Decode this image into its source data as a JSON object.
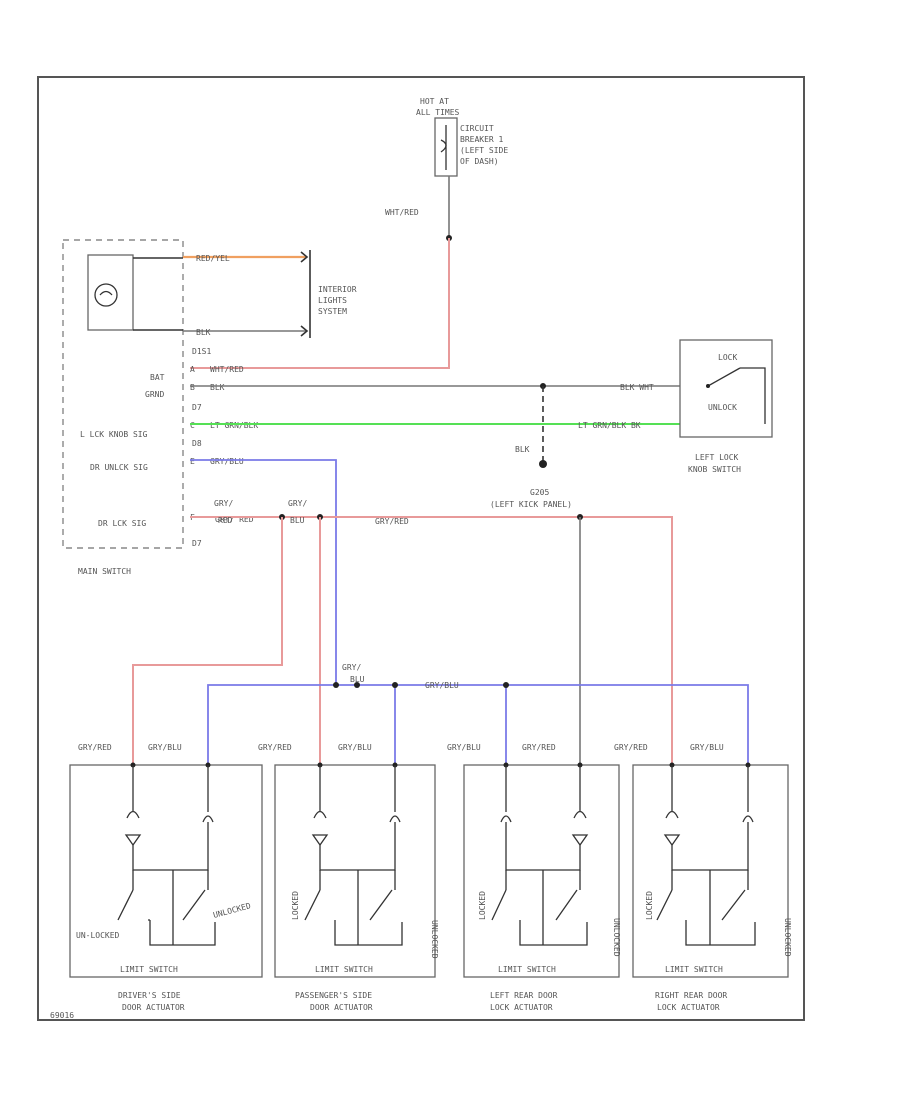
{
  "power": {
    "hot_at": "HOT AT",
    "all_times": "ALL TIMES",
    "breaker": [
      "CIRCUIT",
      "BREAKER 1",
      "(LEFT SIDE",
      "OF DASH)"
    ],
    "wire": "WHT/RED"
  },
  "interior": {
    "wire_top": "RED/YEL",
    "wire_bottom": "BLK",
    "label": [
      "INTERIOR",
      "LIGHTS",
      "SYSTEM"
    ]
  },
  "main_switch": {
    "label": "MAIN SWITCH",
    "pins": [
      "D1S1",
      "D7",
      "D8",
      "D7"
    ],
    "inputs": [
      {
        "label": "BAT",
        "pin": "A",
        "wire": "WHT/RED"
      },
      {
        "label": "GRND",
        "pin": "B",
        "wire": "BLK"
      },
      {
        "label": "L LCK KNOB SIG",
        "pin": "C",
        "wire": "LT GRN/BLK"
      },
      {
        "label": "DR UNLCK SIG",
        "pin": "E",
        "wire": "GRY/BLU"
      },
      {
        "label": "DR LCK SIG",
        "pin": "F",
        "wire": "GRY/ RED"
      }
    ]
  },
  "knob_switch": {
    "lock": "LOCK",
    "unlock": "UNLOCK",
    "wire_blk": "BLK WHT",
    "wire_grn": "LT GRN/BLK BK",
    "label": [
      "LEFT LOCK",
      "KNOB SWITCH"
    ]
  },
  "ground": {
    "wire": "BLK",
    "label": [
      "G205",
      "(LEFT KICK PANEL)"
    ]
  },
  "splice_labels": {
    "gry1": "GRY/",
    "red1": "RED",
    "gry2": "GRY/",
    "blu2": "BLU",
    "grn_red_mid": "GRY/RED",
    "gry3": "GRY/",
    "blu3": "BLU",
    "grn_blu_mid": "GRY/BLU"
  },
  "actuators": [
    {
      "w1": "GRY/RED",
      "w2": "GRY/BLU",
      "switch": "LIMIT SWITCH",
      "note": "UNLOCKED",
      "label": [
        "DRIVER'S SIDE",
        "DOOR ACTUATOR"
      ],
      "locked": "UN-LOCKED"
    },
    {
      "w1": "GRY/RED",
      "w2": "GRY/BLU",
      "switch": "LIMIT SWITCH",
      "label": [
        "PASSENGER'S SIDE",
        "DOOR ACTUATOR"
      ],
      "locked": "LOCKED",
      "unlocked": "UNLOCKED"
    },
    {
      "w1": "GRY/BLU",
      "w2": "GRY/RED",
      "switch": "LIMIT SWITCH",
      "label": [
        "LEFT REAR DOOR",
        "LOCK ACTUATOR"
      ],
      "locked": "LOCKED",
      "unlocked": "UNLOCKED"
    },
    {
      "w1": "GRY/RED",
      "w2": "GRY/BLU",
      "switch": "LIMIT SWITCH",
      "label": [
        "RIGHT REAR DOOR",
        "LOCK ACTUATOR"
      ],
      "locked": "LOCKED",
      "unlocked": "UNLOCKED"
    }
  ],
  "footer": "69016"
}
